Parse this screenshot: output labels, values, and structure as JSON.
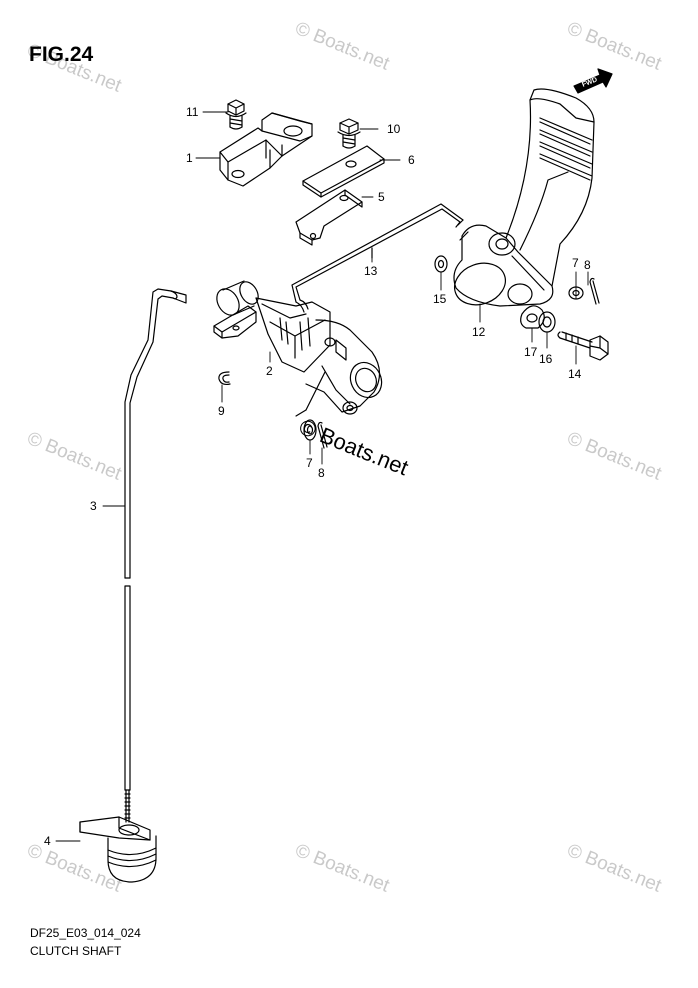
{
  "figure": {
    "title": "FIG.24",
    "code": "DF25_E03_014_024",
    "subtitle": "CLUTCH SHAFT"
  },
  "watermark": {
    "text": "© Boats.net"
  },
  "fwd_label": "FWD",
  "callouts": {
    "c1": "1",
    "c2": "2",
    "c3": "3",
    "c4": "4",
    "c5": "5",
    "c6": "6",
    "c7a": "7",
    "c7b": "7",
    "c8a": "8",
    "c8b": "8",
    "c9": "9",
    "c10": "10",
    "c11": "11",
    "c12": "12",
    "c13": "13",
    "c14": "14",
    "c15": "15",
    "c16": "16",
    "c17": "17"
  }
}
